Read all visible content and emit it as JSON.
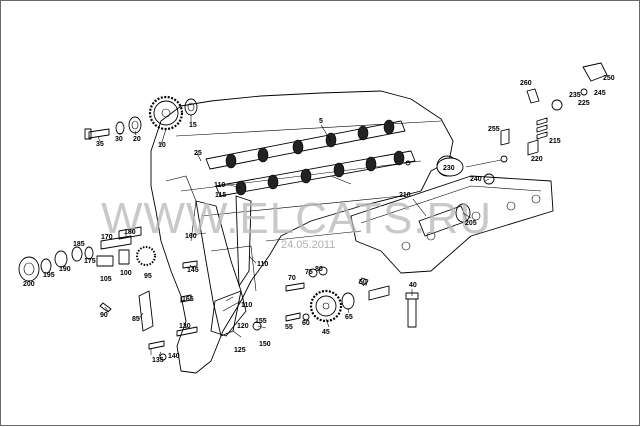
{
  "watermark": {
    "text": "WWW.ELCATS.RU",
    "date": "24.05.2011"
  },
  "callouts": {
    "c5": "5",
    "c10": "10",
    "c15": "15",
    "c20": "20",
    "c25": "25",
    "c30": "30",
    "c35": "35",
    "c40": "40",
    "c45": "45",
    "c50": "50",
    "c55": "55",
    "c60": "60",
    "c65": "65",
    "c70": "70",
    "c75": "75",
    "c80": "80",
    "c85": "85",
    "c90": "90",
    "c95": "95",
    "c100": "100",
    "c105": "105",
    "c110a": "110",
    "c110b": "110",
    "c110c": "110",
    "c115": "115",
    "c120": "120",
    "c125": "125",
    "c130": "130",
    "c135": "135",
    "c140": "140",
    "c145": "145",
    "c150": "150",
    "c155": "155",
    "c160": "160",
    "c165": "165",
    "c170": "170",
    "c175": "175",
    "c180": "180",
    "c185": "185",
    "c190": "190",
    "c195": "195",
    "c200": "200",
    "c205": "205",
    "c210": "210",
    "c215": "215",
    "c220": "220",
    "c225": "225",
    "c230": "230",
    "c235": "235",
    "c240": "240",
    "c245": "245",
    "c250": "250",
    "c255": "255",
    "c260": "260"
  }
}
